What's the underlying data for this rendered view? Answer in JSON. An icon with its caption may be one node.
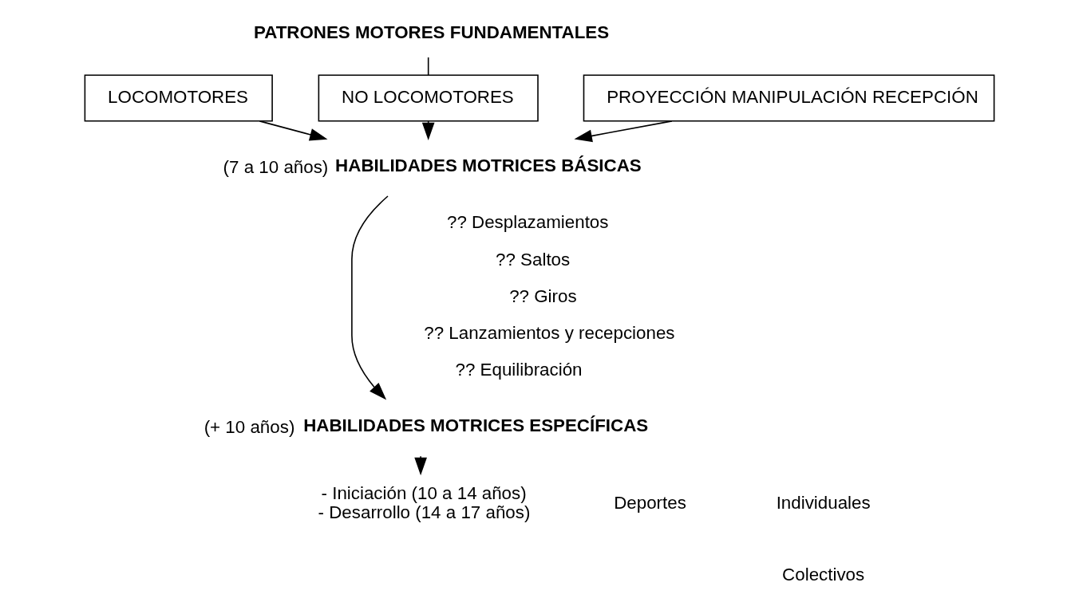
{
  "diagram": {
    "nodes": [
      {
        "text": [
          "PATRONES MOTORES FUNDAMENTALES"
        ]
      },
      {
        "text": [
          "LOCOMOTORES"
        ]
      },
      {
        "text": [
          "NO LOCOMOTORES"
        ]
      },
      {
        "text": [
          "PROYECCIÓN MANIPULACIÓN RECEPCIÓN"
        ]
      },
      {
        "text": [
          "HABILIDADES MOTRICES BÁSICAS"
        ],
        "beside": [
          "(7 a 10 años)"
        ]
      },
      {
        "text": [
          "HABILIDADES MOTRICES ESPECÍFICAS"
        ],
        "beside": [
          "(+ 10 años)"
        ]
      },
      {
        "text": [
          "- Iniciación (10 a 14 años)",
          "- Desarrollo (14 a 17 años)"
        ]
      }
    ],
    "edges": [
      {
        "from": 0,
        "to": 2,
        "arrow": "none"
      },
      {
        "from": 1,
        "to": 4,
        "arrow": "to"
      },
      {
        "from": 2,
        "to": 4,
        "arrow": "to"
      },
      {
        "from": 3,
        "to": 4,
        "arrow": "to"
      },
      {
        "from": 4,
        "to": 5,
        "arrow": "to"
      },
      {
        "from": 5,
        "to": 6,
        "arrow": "to"
      }
    ],
    "labels": [
      "?? Desplazamientos",
      "?? Saltos",
      "?? Giros",
      "?? Lanzamientos y recepciones",
      "?? Equilibración",
      "Deportes",
      "Individuales",
      "Colectivos"
    ]
  }
}
